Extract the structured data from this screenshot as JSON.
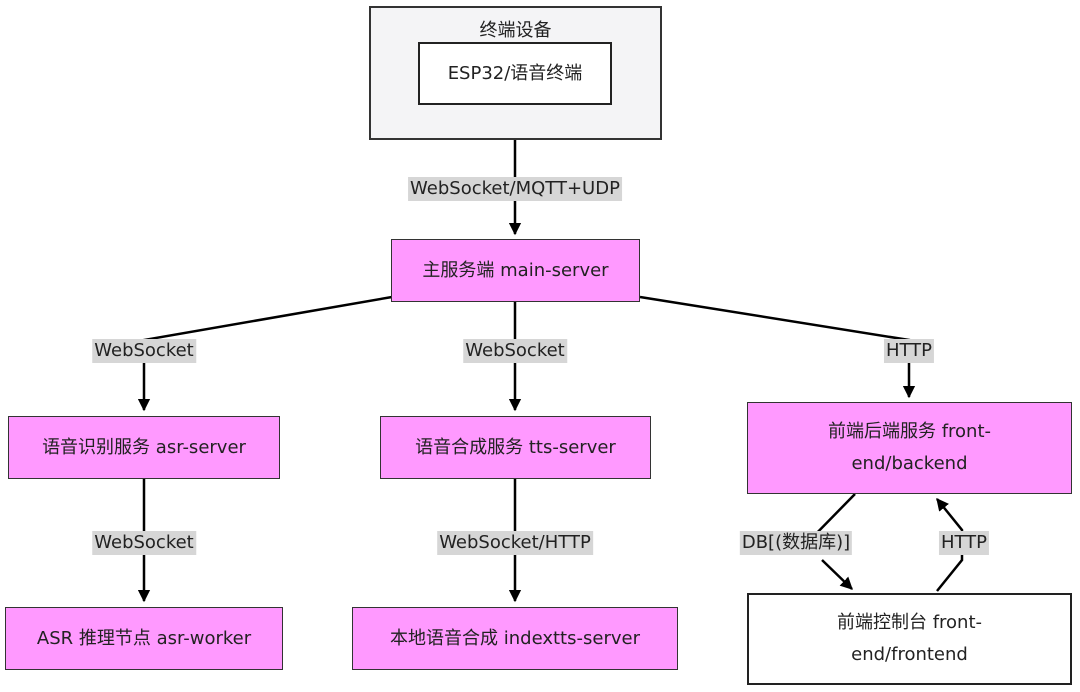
{
  "cluster": {
    "title": "终端设备"
  },
  "nodes": {
    "esp32": "ESP32/语音终端",
    "main_server": "主服务端 main-server",
    "asr_server": "语音识别服务 asr-server",
    "tts_server": "语音合成服务 tts-server",
    "frontend_backend": "前端后端服务 front-end/backend",
    "asr_worker": "ASR 推理节点 asr-worker",
    "indextts_server": "本地语音合成 indextts-server",
    "frontend_console": "前端控制台 front-end/frontend"
  },
  "edges": {
    "esp32_to_main": "WebSocket/MQTT+UDP",
    "main_to_asr": "WebSocket",
    "main_to_tts": "WebSocket",
    "main_to_frontend": "HTTP",
    "asr_to_worker": "WebSocket",
    "tts_to_indextts": "WebSocket/HTTP",
    "backend_to_console": "DB[(数据库)]",
    "console_to_backend": "HTTP"
  },
  "colors": {
    "service_fill": "#ff99ff",
    "cluster_fill": "#f4f4f6",
    "edge_label_bg": "#d6d6d6",
    "stroke": "#000000"
  }
}
